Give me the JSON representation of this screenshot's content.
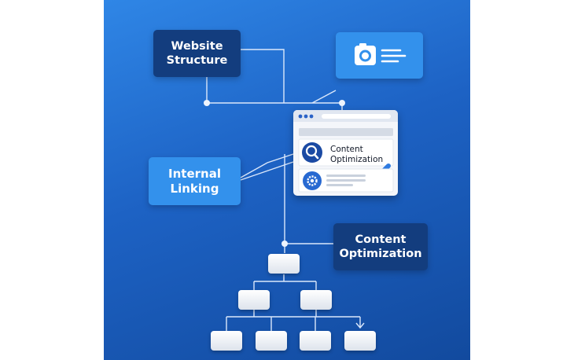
{
  "labels": {
    "website_structure": [
      "Website",
      "Structure"
    ],
    "internal_linking": [
      "Internal",
      "Linking"
    ],
    "content_optimization": [
      "Content",
      "Optimization"
    ],
    "browser_card_title": [
      "Content",
      "Optimization"
    ]
  },
  "icons": {
    "camera": "camera-icon",
    "lines": "text-lines-icon",
    "search": "magnifier-icon",
    "gear": "gear-icon",
    "pencil": "pencil-icon",
    "arrow": "arrow-down-icon"
  },
  "colors": {
    "background_top": "#2f86e6",
    "background_bottom": "#124a9e",
    "dark_box": "#133d7e",
    "light_box": "#3391ec",
    "connector": "#dbe8fb",
    "page_background": "#ffffff"
  }
}
